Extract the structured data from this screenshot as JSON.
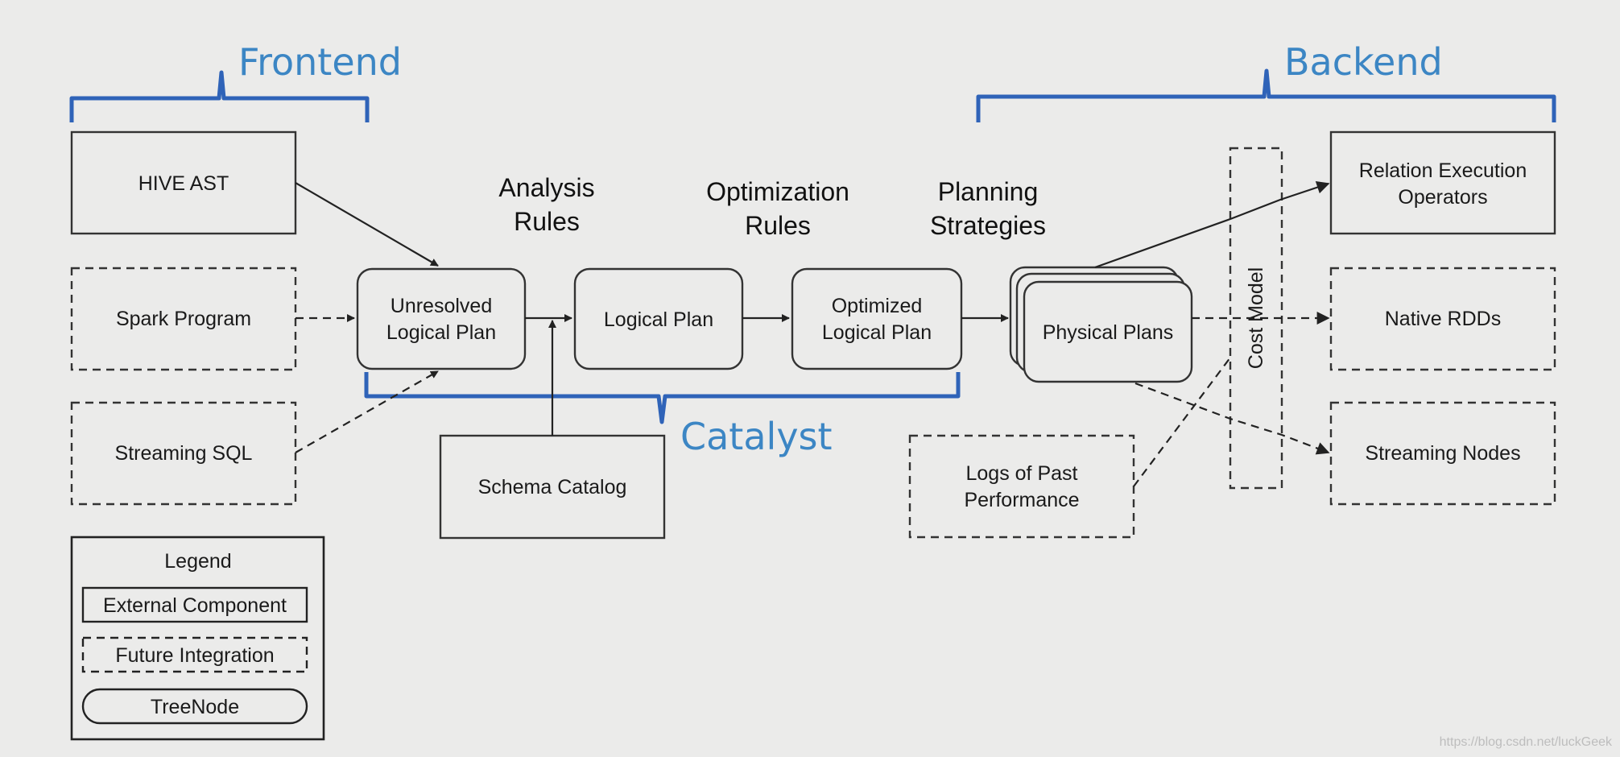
{
  "groups": {
    "frontend": "Frontend",
    "backend": "Backend",
    "catalyst": "Catalyst"
  },
  "rules": {
    "analysis": [
      "Analysis",
      "Rules"
    ],
    "optimization": [
      "Optimization",
      "Rules"
    ],
    "planning": [
      "Planning",
      "Strategies"
    ]
  },
  "inputs": {
    "hive_ast": "HIVE AST",
    "spark_program": "Spark Program",
    "streaming_sql": "Streaming SQL"
  },
  "plans": {
    "unresolved": [
      "Unresolved",
      "Logical Plan"
    ],
    "logical": "Logical Plan",
    "optimized": [
      "Optimized",
      "Logical Plan"
    ],
    "physical": "Physical Plans"
  },
  "schema_catalog": "Schema Catalog",
  "logs": [
    "Logs of Past",
    "Performance"
  ],
  "cost_model": "Cost Model",
  "outputs": {
    "relation": [
      "Relation Execution",
      "Operators"
    ],
    "native_rdds": "Native RDDs",
    "streaming_nodes": "Streaming Nodes"
  },
  "legend": {
    "title": "Legend",
    "external": "External Component",
    "future": "Future Integration",
    "treenode": "TreeNode"
  },
  "watermark": "https://blog.csdn.net/luckGeek"
}
